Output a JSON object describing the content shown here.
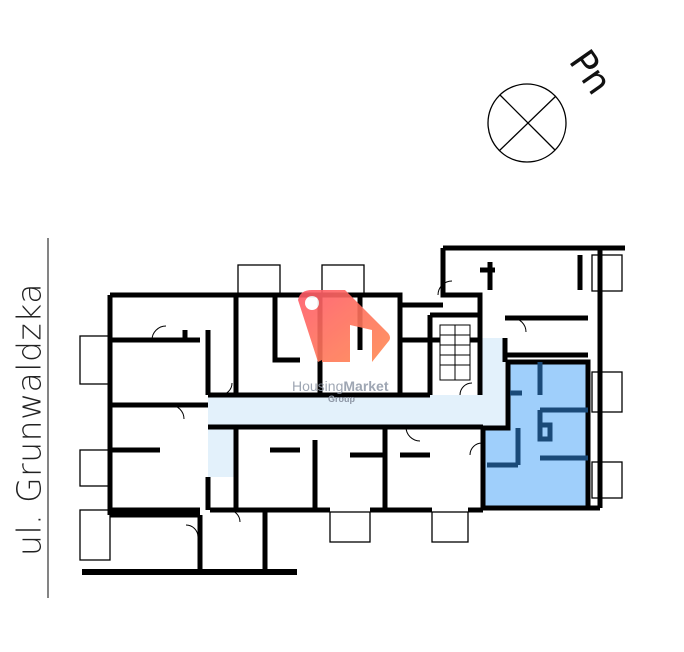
{
  "street_label": "ul. Grunwaldzka",
  "north_label": "Pn",
  "logo": {
    "brand_light": "Housing",
    "brand_bold": "Market",
    "sub": "Group"
  },
  "colors": {
    "wall": "#000000",
    "corridor": "#e3f1fb",
    "selected_unit": "#9fcffb",
    "selected_wall": "#1a4a78",
    "logo": "#ff6a5e"
  },
  "selected_unit": {
    "highlighted": true
  }
}
